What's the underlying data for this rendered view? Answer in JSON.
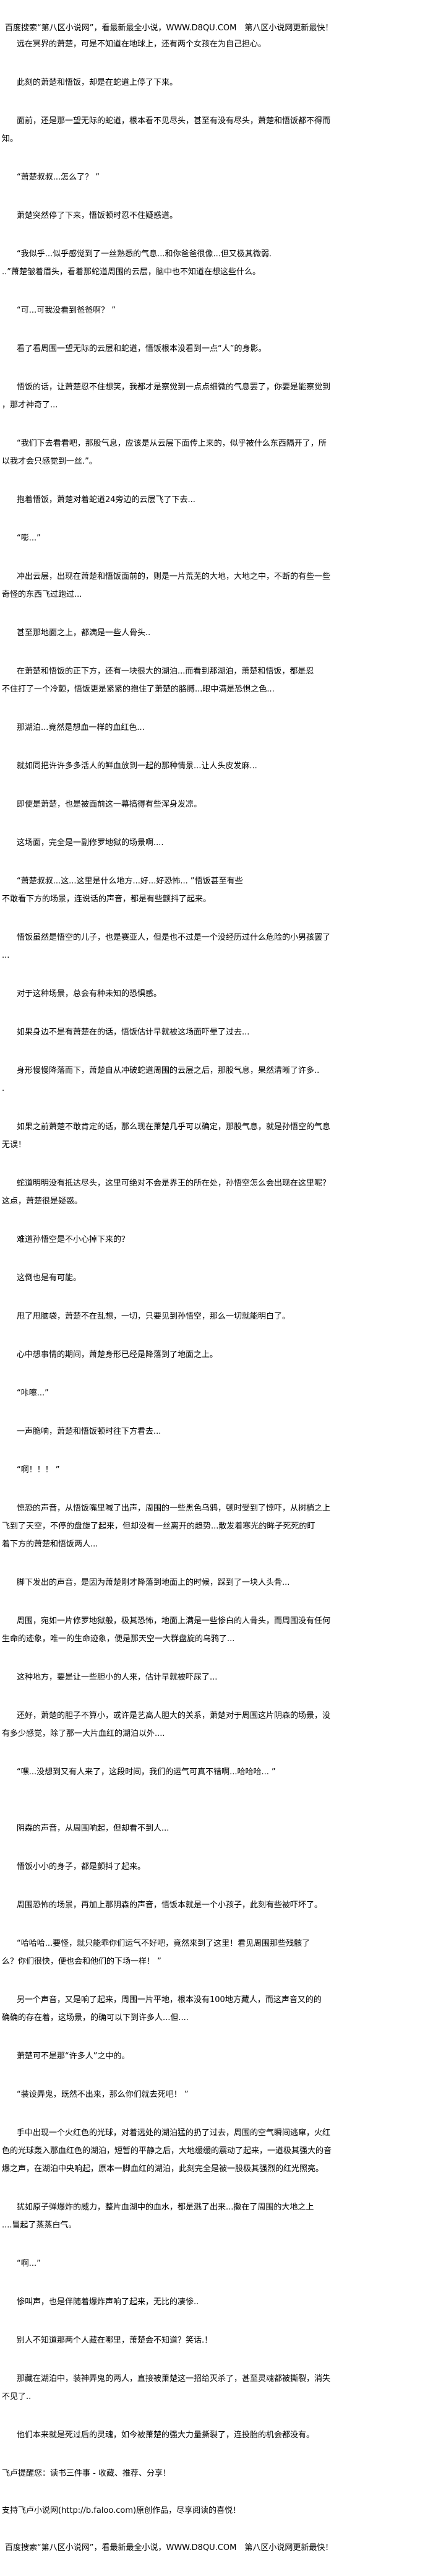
{
  "banner": "百度搜索“第八区小说网”，看最新最全小说，WWW.D8QU.COM　第八区小说网更新最快！",
  "paragraphs": [
    [
      "远在冥界的萧楚，可是不知道在地球上，还有两个女孩在为自己担心。"
    ],
    [
      "此刻的萧楚和悟饭，却是在蛇道上停了下来。"
    ],
    [
      "面前，还是那一望无际的蛇道，根本看不见尽头，甚至有没有尽头，萧楚和悟饭都不得而",
      "知。"
    ],
    [
      "“萧楚叔叔...怎么了？ ”"
    ],
    [
      "萧楚突然停了下来，悟饭顿时忍不住疑惑道。"
    ],
    [
      "“我似乎...似乎感觉到了一丝熟悉的气息...和你爸爸很像...但又极其微弱.",
      "..”萧楚皱着眉头，看着那蛇道周围的云层，脑中也不知道在想这些什么。"
    ],
    [
      "“可...可我没看到爸爸啊？ ”"
    ],
    [
      "看了看周围一望无际的云层和蛇道，悟饭根本没看到一点“人”的身影。"
    ],
    [
      "悟饭的话，让萧楚忍不住想笑，我都才是察觉到一点点细微的气息罢了，你要是能察觉到",
      "，那才神奇了..."
    ],
    [
      "“我们下去看看吧，那股气息，应该是从云层下面传上来的，似乎被什么东西隔开了，所",
      "以我才会只感觉到一丝.”。"
    ],
    [
      "抱着悟饭，萧楚对着蛇道24旁边的云层飞了下去..."
    ],
    [
      "“嘭...”"
    ],
    [
      "冲出云层，出现在萧楚和悟饭面前的，则是一片荒芜的大地，大地之中，不断的有些一些",
      "奇怪的东西飞过跑过..."
    ],
    [
      "甚至那地面之上，都满是一些人骨头.."
    ],
    [
      "在萧楚和悟饭的正下方，还有一块很大的湖泊...而看到那湖泊，萧楚和悟饭，都是忍",
      "不住打了一个冷颤，悟饭更是紧紧的抱住了萧楚的胳膊...眼中满是恐惧之色..."
    ],
    [
      "那湖泊...竟然是想血一样的血红色..."
    ],
    [
      "就如同把许许多多活人的鲜血放到一起的那种情景...让人头皮发麻..."
    ],
    [
      "即使是萧楚，也是被面前这一幕搞得有些浑身发凉。"
    ],
    [
      "这场面，完全是一副修罗地狱的场景啊...."
    ],
    [
      "“萧楚叔叔...这...这里是什么地方...好...好恐怖... ”悟饭甚至有些",
      "不敢看下方的场景，连说话的声音，都是有些颤抖了起来。"
    ],
    [
      "悟饭虽然是悟空的儿子，也是赛亚人，但是也不过是一个没经历过什么危险的小男孩罢了",
      "..."
    ],
    [
      "对于这种场景，总会有种未知的恐惧感。"
    ],
    [
      "如果身边不是有萧楚在的话，悟饭估计早就被这场面吓晕了过去..."
    ],
    [
      "身形慢慢降落而下，萧楚自从冲破蛇道周围的云层之后，那股气息，果然清晰了许多..",
      "."
    ],
    [
      "如果之前萧楚不敢肯定的话，那么现在萧楚几乎可以确定，那股气息，就是孙悟空的气息",
      "无误！"
    ],
    [
      "蛇道明明没有抵达尽头，这里可绝对不会是界王的所在处，孙悟空怎么会出现在这里呢？",
      "这点，萧楚很是疑惑。"
    ],
    [
      "难道孙悟空是不小心掉下来的？"
    ],
    [
      "这倒也是有可能。"
    ],
    [
      "甩了甩脑袋，萧楚不在乱想，一切，只要见到孙悟空，那么一切就能明白了。"
    ],
    [
      "心中想事情的期间，萧楚身形已经是降落到了地面之上。"
    ],
    [
      "“咔嚓...”"
    ],
    [
      "一声脆响，萧楚和悟饭顿时往下方看去..."
    ],
    [
      "“啊！！！ ”"
    ],
    [
      "惊恐的声音，从悟饭嘴里喊了出声，周围的一些黑色乌鸦，顿时受到了惊吓，从树梢之上",
      "飞到了天空，不停的盘旋了起来，但却没有一丝离开的趋势...散发着寒光的眸子死死的盯",
      "着下方的萧楚和悟饭两人..."
    ],
    [
      "脚下发出的声音，是因为萧楚刚才降落到地面上的时候，踩到了一块人头骨..."
    ],
    [
      "周围，宛如一片修罗地狱般，极其恐怖，地面上满是一些惨白的人骨头，而周围没有任何",
      "生命的迹象，唯一的生命迹象，便是那天空一大群盘旋的乌鸦了..."
    ],
    [
      "这种地方，要是让一些胆小的人来，估计早就被吓尿了..."
    ],
    [
      "还好，萧楚的胆子不算小，或许是艺高人胆大的关系，萧楚对于周围这片阴森的场景，没",
      "有多少感觉，除了那一大片血红的湖泊以外...."
    ],
    [
      "“嘿...没想到又有人来了，这段时间，我们的运气可真不错啊...哈哈哈... ”"
    ],
    [
      "阴森的声音，从周围响起，但却看不到人..."
    ],
    [
      "悟饭小小的身子，都是颤抖了起来。"
    ],
    [
      "周围恐怖的场景，再加上那阴森的声音，悟饭本就是一个小孩子，此刻有些被吓坏了。"
    ],
    [
      "“哈哈哈...要怪，就只能乖你们运气不好吧，竟然来到了这里！看见周围那些残骸了",
      "么？你们很快，便也会和他们的下场一样！ ”"
    ],
    [
      "另一个声音，又是响了起来，周围一片平地，根本没有100地方藏人，而这声音又的的",
      "确确的存在着，这场景，的确可以下到许多人...但...."
    ],
    [
      "萧楚可不是那“许多人”之中的。"
    ],
    [
      "“装设弄鬼，既然不出来，那么你们就去死吧！ ”"
    ],
    [
      "手中出现一个火红色的光球，对着远处的湖泊猛的扔了过去，周围的空气瞬间逃窜，火红",
      "色的光球轰入那血红色的湖泊，短暂的平静之后，大地缓缓的震动了起来，一道极其强大的音",
      "爆之声，在湖泊中央响起，原本一脚血红的湖泊，此刻完全是被一股极其强烈的红光照亮。"
    ],
    [
      "犹如原子弹爆炸的威力，整片血湖中的血水，都是溅了出来...撒在了周围的大地之上",
      "....冒起了蒸蒸白气。"
    ],
    [
      "“啊...”"
    ],
    [
      "惨叫声，也是伴随着爆炸声响了起来，无比的凄惨.."
    ],
    [
      "别人不知道那两个人藏在哪里，萧楚会不知道？笑话.！"
    ],
    [
      "那藏在湖泊中，装神弄鬼的两人，直接被萧楚这一招给灭杀了，甚至灵魂都被撕裂，消失",
      "不见了.."
    ],
    [
      "他们本来就是死过后的灵魂，如今被萧楚的强大力量撕裂了，连投胎的机会都没有。"
    ]
  ],
  "footer": {
    "reminder": "飞卢提醒您：读书三件事 - 收藏、推荐、分享！",
    "support": "支持飞卢小说网(http://b.faloo.com)原创作品，尽享阅读的喜悦！",
    "banner": "百度搜索“第八区小说网”，看最新最全小说，WWW.D8QU.COM　第八区小说网更新最快！"
  }
}
